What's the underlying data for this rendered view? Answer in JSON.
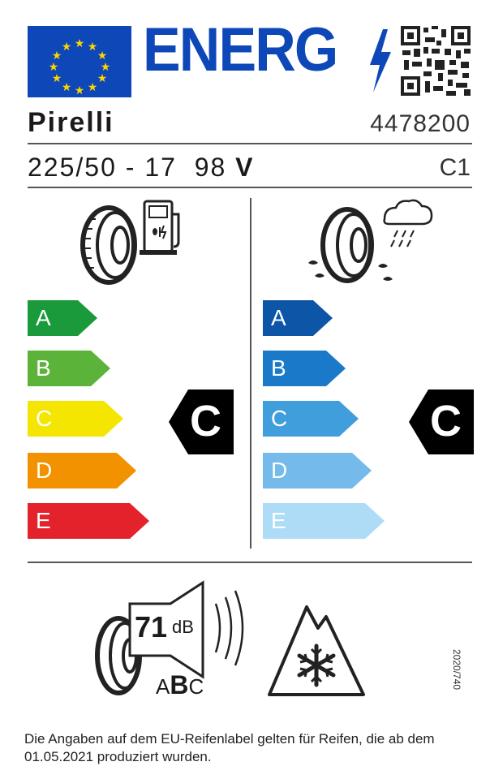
{
  "header": {
    "energy_word": "ENERG",
    "brand": "Pirelli",
    "article_code": "4478200"
  },
  "tyre": {
    "size": "225/50 - 17",
    "load_index": "98",
    "speed_symbol": "V",
    "tyre_class": "C1"
  },
  "fuel_efficiency": {
    "classes": [
      "A",
      "B",
      "C",
      "D",
      "E"
    ],
    "colors": [
      "#1a9a3a",
      "#5bb33a",
      "#f4e600",
      "#f39200",
      "#e4222b"
    ],
    "rating": "C"
  },
  "wet_grip": {
    "classes": [
      "A",
      "B",
      "C",
      "D",
      "E"
    ],
    "colors": [
      "#0d55a6",
      "#1a79c9",
      "#3f9edb",
      "#74baea",
      "#aedcf7"
    ],
    "rating": "C"
  },
  "noise": {
    "value": "71",
    "unit": "dB",
    "classes": [
      "A",
      "B",
      "C"
    ],
    "active_class": "B"
  },
  "regulation_code": "2020/740",
  "footnote": "Die Angaben auf dem EU-Reifenlabel gelten für Reifen, die ab dem 01.05.2021 produziert wurden."
}
